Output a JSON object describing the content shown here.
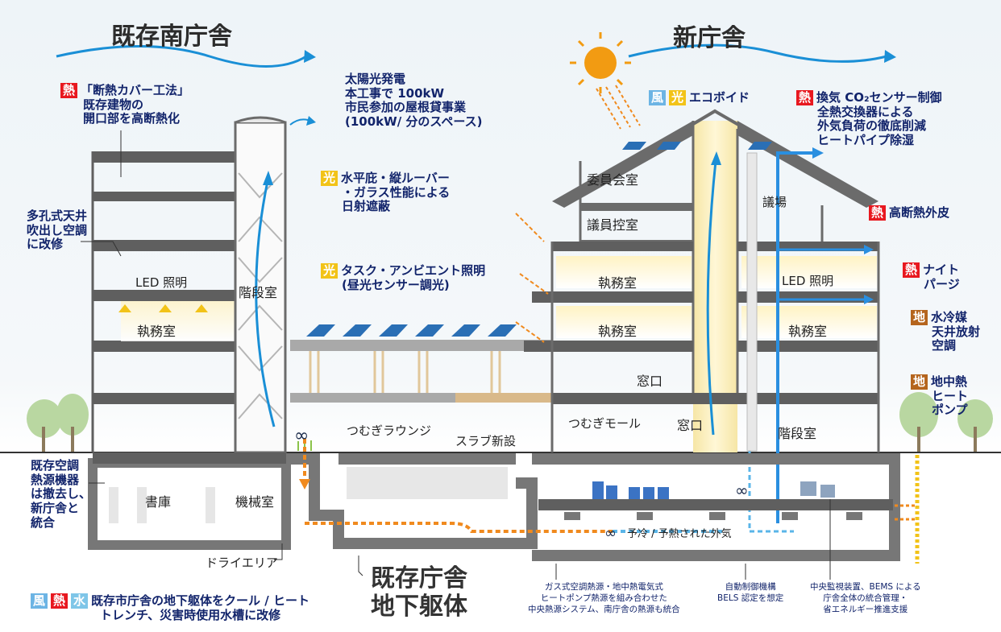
{
  "titles": {
    "existing_south": "既存南庁舎",
    "new_building": "新庁舎",
    "basement": [
      "既存庁舎",
      "地下躯体"
    ]
  },
  "badges": {
    "heat": "熱",
    "light": "光",
    "wind": "風",
    "water": "水",
    "earth": "地"
  },
  "callouts": {
    "insulation": [
      "「断熱カバー工法」",
      "既存建物の",
      "開口部を高断熱化"
    ],
    "ceiling_ac": [
      "多孔式天井",
      "吹出し空調",
      "に改修"
    ],
    "solar": [
      "太陽光発電",
      "本工事で 100kW",
      "市民参加の屋根貸事業",
      "(100kW/ 分のスペース)"
    ],
    "louver": [
      "水平庇・縦ルーバー",
      "・ガラス性能による",
      "日射遮蔽"
    ],
    "task_light": [
      "タスク・アンビエント照明",
      "(昼光センサー調光)"
    ],
    "ecovoid": "エコボイド",
    "ventilation": [
      "換気 CO₂センサー制御",
      "全熱交換器による",
      "外気負荷の徹底削減",
      "ヒートパイプ除湿"
    ],
    "high_insulation": "高断熱外皮",
    "night_purge": [
      "ナイト",
      "パージ"
    ],
    "radiant": [
      "水冷媒",
      "天井放射",
      "空調"
    ],
    "geothermal": [
      "地中熱",
      "ヒート",
      "ポンプ"
    ],
    "removed_equipment": [
      "既存空調",
      "熱源機器",
      "は撤去し、",
      "新庁舎と",
      "統合"
    ],
    "trench": [
      "既存市庁舎の地下躯体をクール / ヒート",
      "トレンチ、災害時使用水槽に改修"
    ]
  },
  "rooms": {
    "stair_room_old": "階段室",
    "led_left": "LED 照明",
    "office_left": "執務室",
    "library": "書庫",
    "machine_room": "機械室",
    "dry_area": "ドライエリア",
    "lounge": "つむぎラウンジ",
    "new_slab": "スラブ新設",
    "committee_room": "委員会室",
    "members_room": "議員控室",
    "assembly_hall": "議場",
    "office_new_1": "執務室",
    "office_new_2": "執務室",
    "office_new_3": "執務室",
    "led_right": "LED 照明",
    "counter_1": "窓口",
    "counter_2": "窓口",
    "mall": "つむぎモール",
    "stair_room_new": "階段室",
    "preconditioned_air": "予冷 / 予熱された外気"
  },
  "notes": {
    "heat_source": [
      "ガス式空調熱源・地中熱電気式",
      "ヒートポンプ熱源を組み合わせた",
      "中央熱源システム、南庁舎の熱源も統合"
    ],
    "auto_control": [
      "自動制御機構",
      "BELS 認定を想定"
    ],
    "bems": [
      "中央監視装置、BEMS による",
      "庁舎全体の統合管理・",
      "省エネルギー推進支援"
    ]
  },
  "colors": {
    "navy_text": "#12246b",
    "heat_red": "#e8181f",
    "light_yellow": "#f2c318",
    "wind_blue": "#6cb4e4",
    "earth_brown": "#b5651d",
    "duct_orange": "#f08a1e",
    "structure_gray": "#6b6b6b"
  }
}
